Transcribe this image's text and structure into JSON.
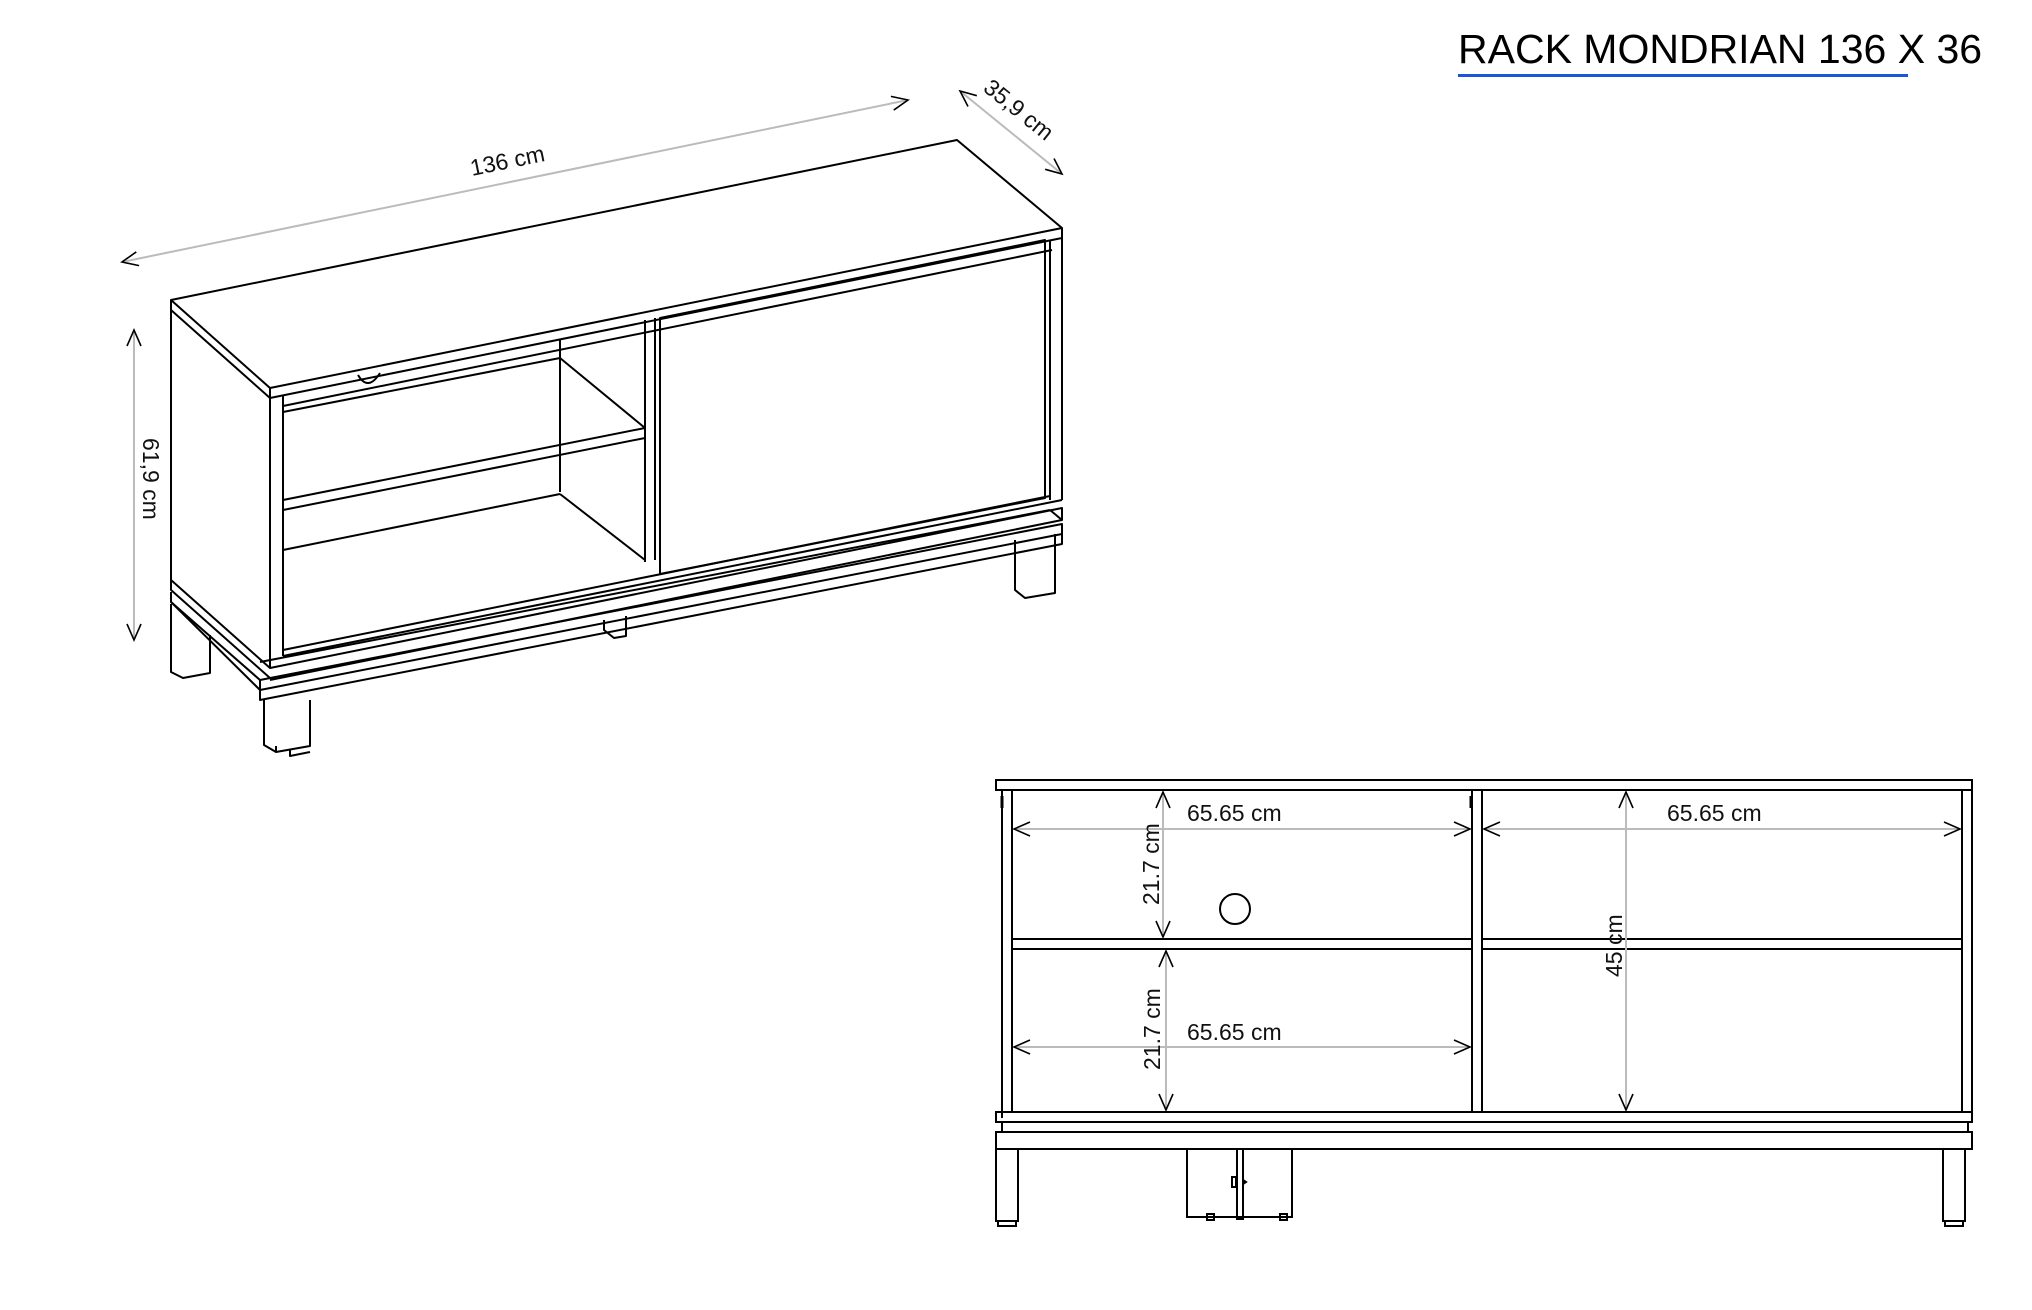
{
  "title": "RACK MONDRIAN 136 X 36",
  "colors": {
    "outline": "#000000",
    "dimension_line": "#bbbbbb",
    "title_underline": "#1a56db",
    "background": "#ffffff"
  },
  "isometric_view": {
    "dimensions": {
      "width": "136 cm",
      "depth": "35,9 cm",
      "height": "61,9 cm"
    }
  },
  "front_view": {
    "dimensions": {
      "top_left_width": "65.65 cm",
      "top_right_width": "65.65 cm",
      "bottom_left_width": "65.65 cm",
      "top_left_height": "21.7 cm",
      "bottom_left_height": "21.7 cm",
      "right_height": "45 cm"
    },
    "features": [
      "cable-hole",
      "center-divider",
      "two-shelves",
      "four-legs",
      "center-support"
    ]
  }
}
